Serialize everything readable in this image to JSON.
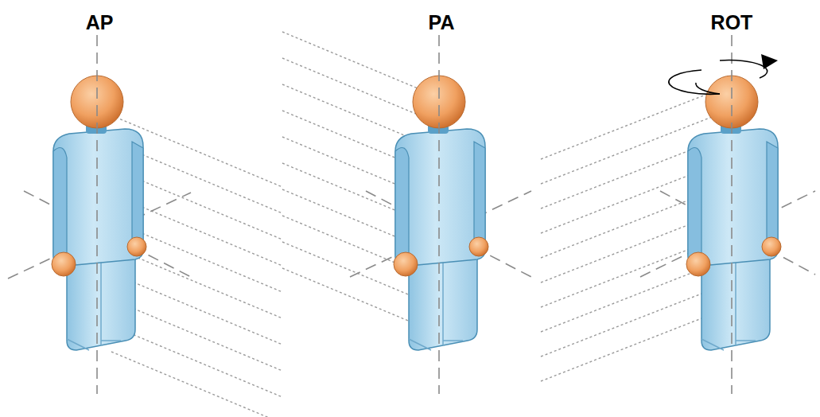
{
  "diagram": {
    "labels": [
      "AP",
      "PA",
      "ROT"
    ]
  }
}
